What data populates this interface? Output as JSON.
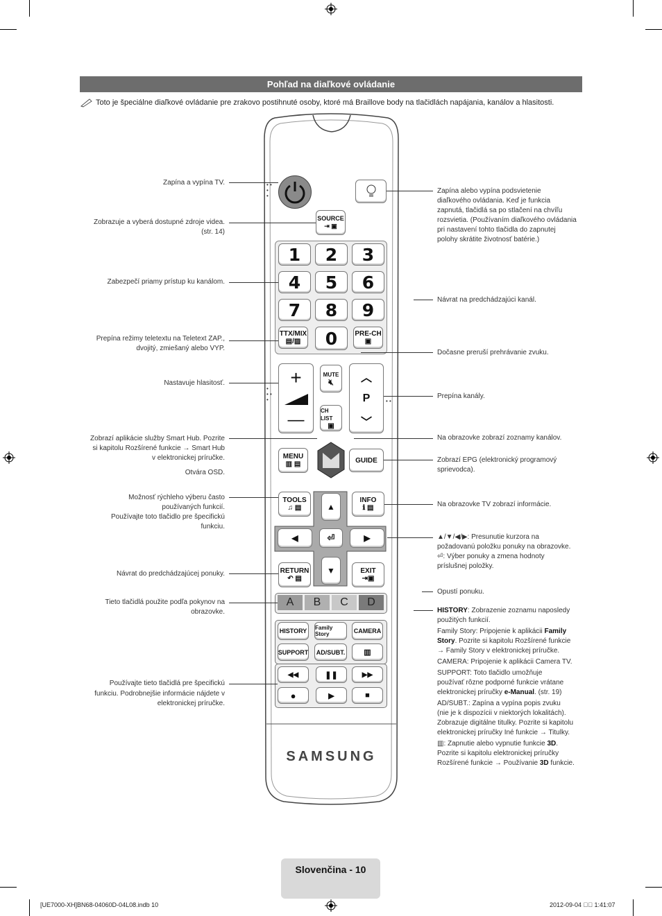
{
  "header": {
    "title": "Pohľad na diaľkové ovládanie"
  },
  "note": "Toto je špeciálne diaľkové ovládanie pre zrakovo postihnuté osoby, ktoré má Braillove body na tlačidlách napájania, kanálov a hlasitosti.",
  "left_labels": {
    "power": "Zapína a vypína TV.",
    "source_1": "Zobrazuje a vyberá dostupné zdroje videa.",
    "source_2": "(str. 14)",
    "numbers": "Zabezpečí priamy prístup ku kanálom.",
    "ttx_1": "Prepína režimy teletextu na Teletext ZAP.,",
    "ttx_2": "dvojitý, zmiešaný alebo VYP.",
    "volume": "Nastavuje hlasitosť.",
    "smarthub_1": "Zobrazí aplikácie služby Smart Hub. Pozrite",
    "smarthub_2": "si kapitolu Rozšírené funkcie → Smart Hub",
    "smarthub_3": "v elektronickej príručke.",
    "osd": "Otvára OSD.",
    "tools_1": "Možnosť rýchleho výberu často",
    "tools_2": "používaných funkcií.",
    "tools_3": "Používajte toto tlačidlo pre špecifickú",
    "tools_4": "funkciu.",
    "return": "Návrat do predchádzajúcej ponuky.",
    "abcd_1": "Tieto tlačidlá použite podľa pokynov na",
    "abcd_2": "obrazovke.",
    "media_1": "Používajte tieto tlačidlá pre špecifickú",
    "media_2": "funkciu. Podrobnejšie informácie nájdete v",
    "media_3": "elektronickej príručke."
  },
  "right_labels": {
    "light_1": "Zapína alebo vypína podsvietenie",
    "light_2": "diaľkového ovládania. Keď je funkcia",
    "light_3": "zapnutá, tlačidlá sa po stlačení na chvíľu",
    "light_4": "rozsvietia. (Používaním diaľkového ovládania",
    "light_5": "pri nastavení tohto tlačidla do zapnutej",
    "light_6": "polohy skrátite životnosť batérie.)",
    "prech": "Návrat na predchádzajúci kanál.",
    "mute": "Dočasne preruší prehrávanie zvuku.",
    "channel": "Prepína kanály.",
    "chlist": "Na obrazovke zobrazí zoznamy kanálov.",
    "guide_1": "Zobrazí EPG (elektronický programový",
    "guide_2": "sprievodca).",
    "info": "Na obrazovke TV zobrazí informácie.",
    "nav_1": "▲/▼/◀/▶: Presunutie kurzora na",
    "nav_2": "požadovanú položku ponuky na obrazovke.",
    "nav_3": ": Výber ponuky a zmena hodnoty",
    "nav_4": "príslušnej položky.",
    "exit": "Opustí ponuku.",
    "history_key": "HISTORY",
    "history_1": ": Zobrazenie zoznamu naposledy",
    "history_2": "použitých funkcií.",
    "family_key": "Family Story",
    "family_1": ": Pripojenie k aplikácii ",
    "family_bold": "Family",
    "family_2b": "Story",
    "family_2": ". Pozrite si kapitolu Rozšírené funkcie",
    "family_3": "→ Family Story v elektronickej príručke.",
    "camera_key": "CAMERA",
    "camera_1": ": Pripojenie k aplikácii Camera TV.",
    "support_key": "SUPPORT",
    "support_1": ": Toto tlačidlo umožňuje",
    "support_2": "používať rôzne podporné funkcie vrátane",
    "support_3a": "elektronickej príručky ",
    "support_3b": "e-Manual",
    "support_3c": ". (str. 19)",
    "adsubt_key": "AD/SUBT.",
    "adsubt_1": ": Zapína a vypína popis zvuku",
    "adsubt_2": "(nie je k dispozícii v niektorých lokalitách).",
    "adsubt_3": "Zobrazuje digitálne titulky. Pozrite si kapitolu",
    "adsubt_4": "elektronickej príručky Iné funkcie → Titulky.",
    "d3_1a": ": Zapnutie alebo vypnutie funkcie ",
    "d3_1b": "3D",
    "d3_1c": ".",
    "d3_2": "Pozrite si kapitolu elektronickej príručky",
    "d3_3a": "Rozšírené funkcie → Používanie ",
    "d3_3b": "3D",
    "d3_3c": " funkcie."
  },
  "remote": {
    "source": "SOURCE",
    "digits": [
      "1",
      "2",
      "3",
      "4",
      "5",
      "6",
      "7",
      "8",
      "9"
    ],
    "ttx": "TTX/MIX",
    "zero": "0",
    "prech": "PRE-CH",
    "mute": "MUTE",
    "p": "P",
    "chlist": "CH LIST",
    "menu": "MENU",
    "guide": "GUIDE",
    "tools": "TOOLS",
    "info": "INFO",
    "return": "RETURN",
    "exit": "EXIT",
    "abcd": [
      "A",
      "B",
      "C",
      "D"
    ],
    "history": "HISTORY",
    "family": "Family Story",
    "camera": "CAMERA",
    "support": "SUPPORT",
    "adsubt": "AD/SUBT.",
    "brand": "SAMSUNG"
  },
  "abcd_colors": [
    "#9a9a9a",
    "#b0b0b0",
    "#c8c8c8",
    "#7a7a7a"
  ],
  "footer": {
    "page": "Slovenčina - 10",
    "file": "[UE7000-XH]BN68-04060D-04L08.indb   10",
    "timestamp": "2012-09-04   ￿￿ 1:41:07"
  }
}
